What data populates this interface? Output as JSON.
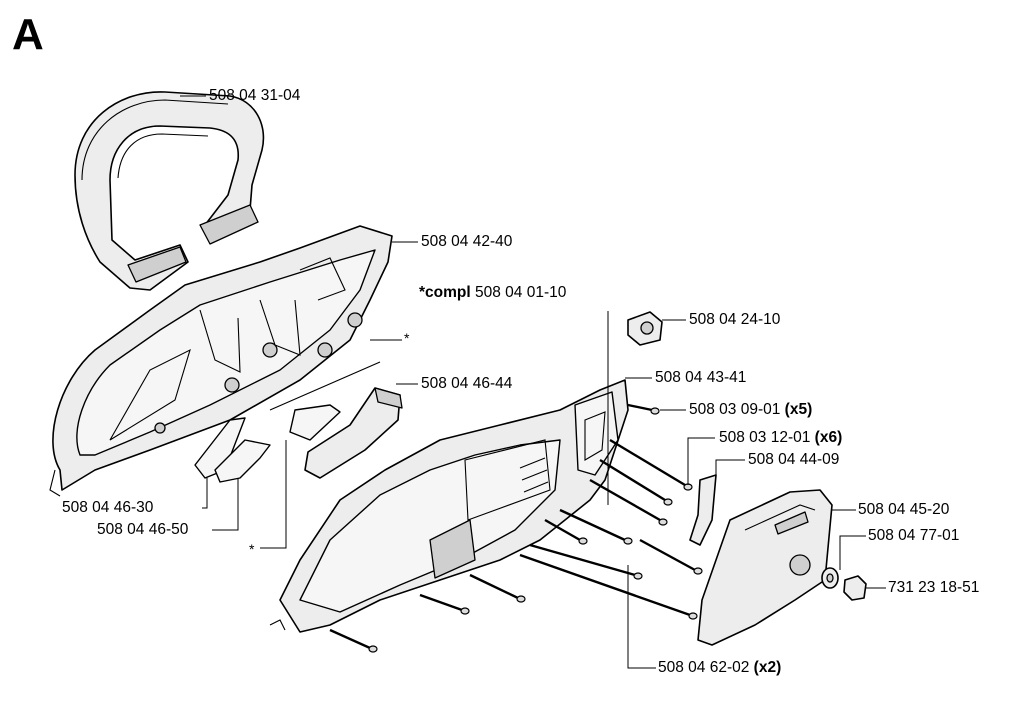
{
  "section_letter": "A",
  "callouts": {
    "handle": "508 04 31-04",
    "cover_left": "508 04 42-40",
    "compl_prefix": "*compl",
    "compl": "508 04 01-10",
    "knob": "508 04 24-10",
    "spring_plate": "508 04 46-44",
    "cover_right": "508 04 43-41",
    "screw_a": "508 03 09-01",
    "screw_a_qty": "(x5)",
    "screw_b": "508 03 12-01",
    "screw_b_qty": "(x6)",
    "strip": "508 04 44-09",
    "lever": "508 04 46-30",
    "lever2": "508 04 46-50",
    "side_cover": "508 04 45-20",
    "washer": "508 04 77-01",
    "nut": "731 23 18-51",
    "long_screw": "508 04 62-02",
    "long_screw_qty": "(x2)"
  },
  "asterisks": [
    "*",
    "*"
  ]
}
